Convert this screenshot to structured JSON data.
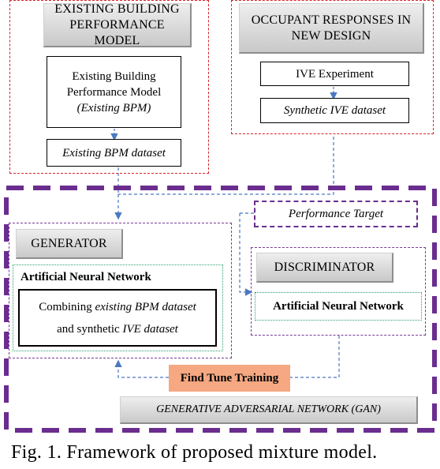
{
  "existing_section": {
    "header": "EXISTING BUILDING PERFORMANCE MODEL",
    "bpm_box": {
      "line1": "Existing Building",
      "line2": "Performance Model",
      "line3": "(Existing BPM)"
    },
    "dataset": "Existing BPM dataset"
  },
  "occupant_section": {
    "header": "OCCUPANT RESPONSES IN NEW DESIGN",
    "experiment": "IVE Experiment",
    "dataset": "Synthetic IVE dataset"
  },
  "performance_target": "Performance Target",
  "generator": {
    "header": "GENERATOR",
    "ann_label": "Artificial Neural Network",
    "combine_line1_prefix": "Combining",
    "combine_line1_italic": "existing BPM dataset",
    "combine_line2_prefix": "and synthetic",
    "combine_line2_italic": "IVE dataset"
  },
  "discriminator": {
    "header": "DISCRIMINATOR",
    "ann_label": "Artificial Neural Network"
  },
  "fine_tune_label": "Find Tune Training",
  "gan_label": "GENERATIVE ADVERSARIAL NETWORK (GAN)",
  "caption": "Fig. 1. Framework of proposed mixture model.",
  "colors": {
    "red_dash": "#d8232a",
    "purple_dash": "#6a2d8f",
    "blue_arrow": "#4a78c2",
    "green_dot": "#2e9e6b",
    "orange_fill": "#f5a882"
  }
}
